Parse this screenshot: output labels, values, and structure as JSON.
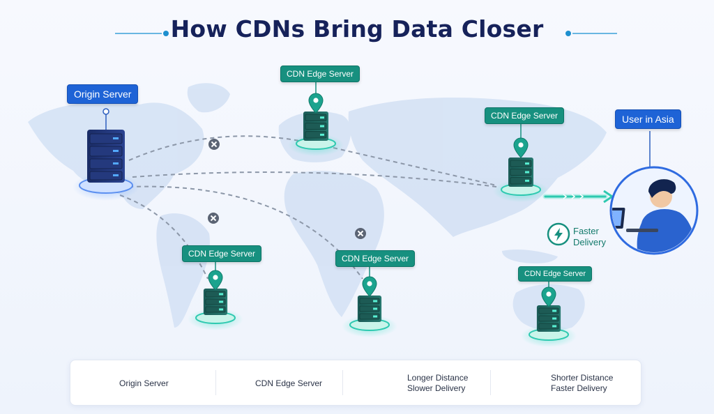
{
  "title": "How CDNs Bring Data Closer",
  "colors": {
    "title": "#16225a",
    "teal": "#17907f",
    "blue": "#1e63d6",
    "dashed": "#8c97a8",
    "arrow": "#2ec9b0"
  },
  "nodes": {
    "origin": {
      "label": "Origin Server"
    },
    "edge_europe": {
      "label": "CDN Edge Server"
    },
    "edge_asia": {
      "label": "CDN Edge Server"
    },
    "edge_south_america": {
      "label": "CDN Edge Server"
    },
    "edge_africa": {
      "label": "CDN Edge Server"
    },
    "edge_australia": {
      "label": "CDN Edge Server"
    },
    "user": {
      "label": "User in Asia"
    }
  },
  "callout": {
    "line1": "Faster",
    "line2": "Delivery",
    "icon": "lightning-icon"
  },
  "legend": {
    "origin": "Origin Server",
    "edge": "CDN Edge Server",
    "long_line1": "Longer Distance",
    "long_line2": "Slower Delivery",
    "short_line1": "Shorter Distance",
    "short_line2": "Faster Delivery"
  }
}
